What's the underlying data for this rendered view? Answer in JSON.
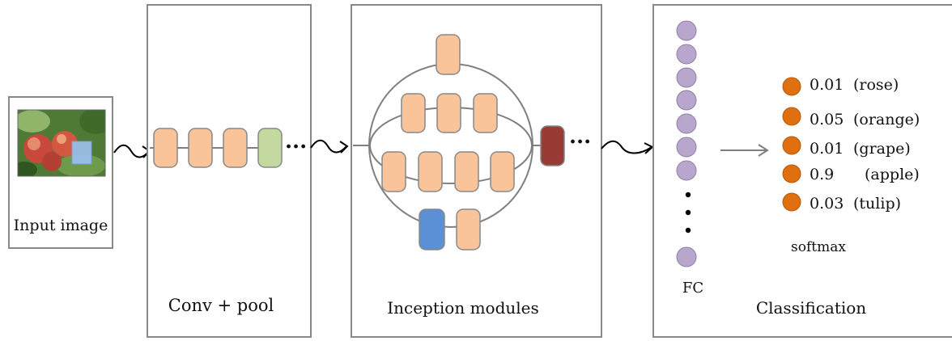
{
  "stages": {
    "input": {
      "label": "Input image"
    },
    "conv": {
      "label": "Conv + pool"
    },
    "inception": {
      "label": "Inception modules"
    },
    "classification": {
      "label": "Classification",
      "fc_label": "FC",
      "softmax_label": "softmax"
    }
  },
  "outputs": [
    {
      "value": "0.01",
      "label": "(rose)"
    },
    {
      "value": "0.05",
      "label": "(orange)"
    },
    {
      "value": "0.01",
      "label": "(grape)"
    },
    {
      "value": "0.9",
      "label": "(apple)"
    },
    {
      "value": "0.03",
      "label": "(tulip)"
    }
  ],
  "ellipsis": "···",
  "colors": {
    "box_border": "#888888",
    "block_peach": "#f9c49a",
    "block_green": "#c3d9a0",
    "block_blue": "#5b8fd6",
    "block_darkred": "#9a3a35",
    "fc_node": "#b8a6cc",
    "output_node": "#e0700f",
    "line": "#7f7f7f"
  },
  "icons": {
    "input_thumbnail": "apple-photo-icon",
    "arrows": "wavy-arrow-icon"
  }
}
